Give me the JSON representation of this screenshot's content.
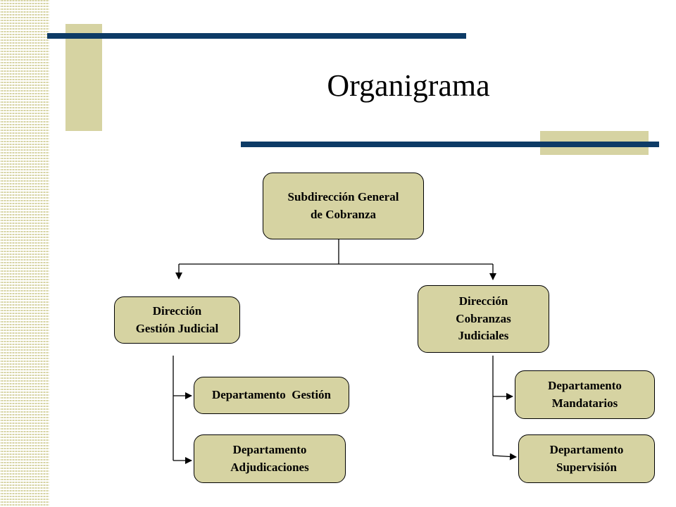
{
  "slide": {
    "title": "Organigrama"
  },
  "nodes": {
    "root": {
      "line1": "Subdirección General",
      "line2": "de Cobranza"
    },
    "left_direction": {
      "line1": "Dirección",
      "line2": "Gestión Judicial"
    },
    "right_direction": {
      "line1": "Dirección",
      "line2": "Cobranzas",
      "line3": "Judiciales"
    },
    "dept_gestion": {
      "line1": "Departamento  Gestión"
    },
    "dept_adjudicaciones": {
      "line1": "Departamento",
      "line2": "Adjudicaciones"
    },
    "dept_mandatarios": {
      "line1": "Departamento",
      "line2": "Mandatarios"
    },
    "dept_supervision": {
      "line1": "Departamento",
      "line2": "Supervisión"
    }
  },
  "colors": {
    "box_fill": "#d6d3a2",
    "accent_navy": "#0d3b66",
    "accent_olive": "#d6d3a2"
  }
}
